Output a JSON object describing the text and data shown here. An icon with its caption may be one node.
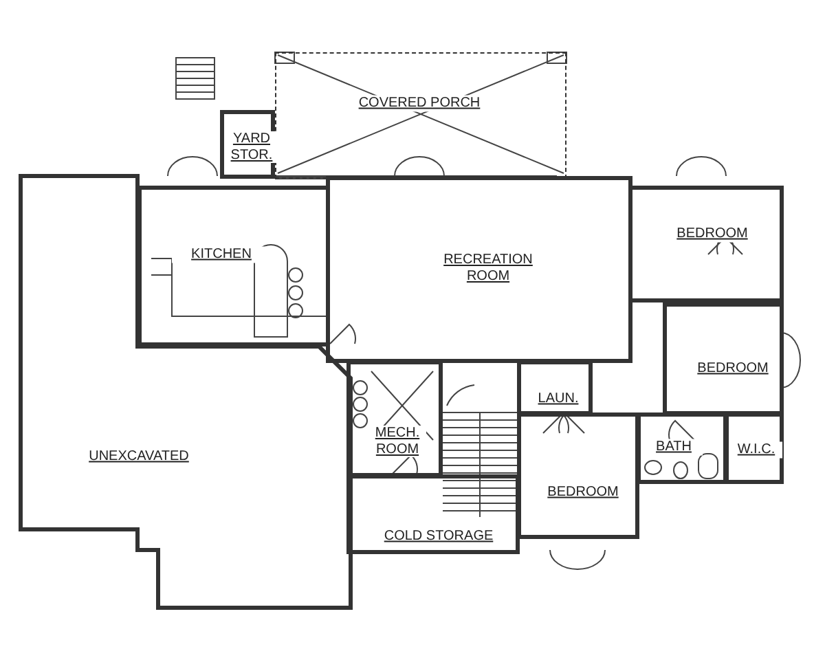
{
  "diagram": {
    "nodes": [
      {
        "text": [
          "COVERED PORCH"
        ]
      },
      {
        "text": [
          "YARD STOR."
        ]
      },
      {
        "text": [
          "KITCHEN"
        ]
      },
      {
        "text": [
          "RECREATION ROOM"
        ]
      },
      {
        "text": [
          "BEDROOM"
        ]
      },
      {
        "text": [
          "BEDROOM"
        ]
      },
      {
        "text": [
          "LAUN."
        ]
      },
      {
        "text": [
          "UNEXCAVATED"
        ]
      },
      {
        "text": [
          "MECH. ROOM"
        ]
      },
      {
        "text": [
          "BATH"
        ]
      },
      {
        "text": [
          "W.I.C."
        ]
      },
      {
        "text": [
          "BEDROOM"
        ]
      },
      {
        "text": [
          "COLD STORAGE"
        ]
      }
    ]
  }
}
